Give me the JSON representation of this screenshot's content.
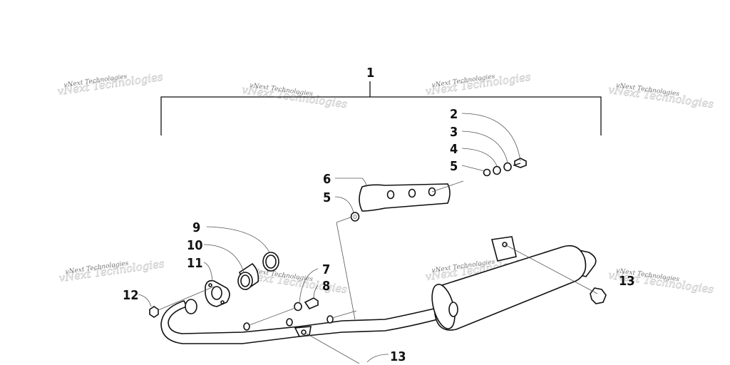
{
  "watermark": "vNext Technologies",
  "callouts": {
    "c1": "1",
    "c2": "2",
    "c3": "3",
    "c4": "4",
    "c5a": "5",
    "c5b": "5",
    "c6": "6",
    "c7": "7",
    "c8": "8",
    "c9": "9",
    "c10": "10",
    "c11": "11",
    "c12": "12",
    "c13a": "13",
    "c13b": "13"
  }
}
